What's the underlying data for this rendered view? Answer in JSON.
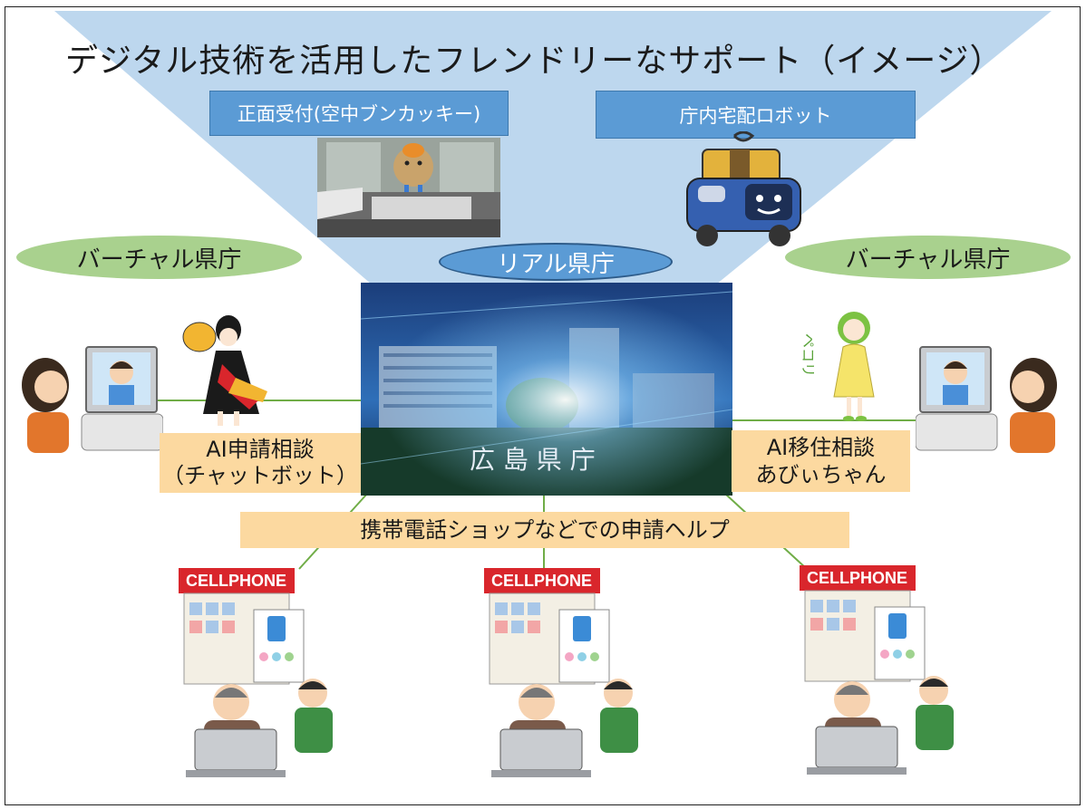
{
  "title": "デジタル技術を活用したフレンドリーなサポート（イメージ）",
  "top_boxes": {
    "reception": "正面受付(空中ブンカッキー)",
    "robot": "庁内宅配ロボット"
  },
  "labels": {
    "virtual_left": "バーチャル県庁",
    "virtual_right": "バーチャル県庁",
    "real": "リアル県庁",
    "building_sign": "広 島 県 庁"
  },
  "ai": {
    "left_line1": "AI申請相談",
    "left_line2": "（チャットボット）",
    "right_line1": "AI移住相談",
    "right_line2": "あびぃちゃん",
    "bow_text": "ペコリ"
  },
  "help_label": "携帯電話ショップなどでの申請ヘルプ",
  "shops": [
    "CELLPHONE",
    "CELLPHONE",
    "CELLPHONE"
  ],
  "colors": {
    "funnel": "#bdd7ee",
    "accent_blue": "#5b9bd5",
    "green": "#a9d18e",
    "orange": "#fcd9a0",
    "shop_red": "#d9262c",
    "line_green": "#70ad47"
  }
}
